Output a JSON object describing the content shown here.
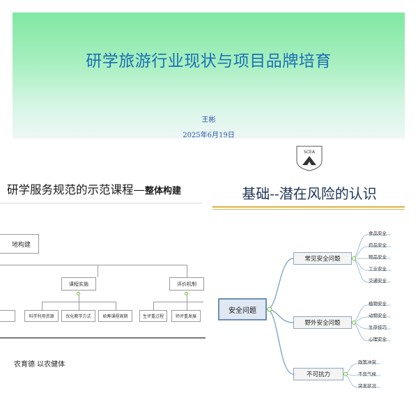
{
  "top": {
    "title": "研学旅游行业现状与项目品牌培育",
    "author": "王彬",
    "date": "2025年6月19日"
  },
  "left": {
    "title_main": "研学服务规范的示范课程—",
    "title_bold": "整体构建",
    "top_box": "地构建",
    "mid_boxes": [
      "课程实施",
      "评价机制"
    ],
    "bottom_boxes": [
      "科学利用资源",
      "优化教学方式",
      "统筹课程周期",
      "生评重过程",
      "师评重发展"
    ],
    "footer": "农育德 以农健体"
  },
  "right": {
    "logo_text": "SCEA",
    "title": "基础--潜在风险的认识",
    "root": "安全问题",
    "branches": [
      {
        "label": "常见安全问题",
        "leaves": [
          "食品安全",
          "药品安全",
          "物品安全",
          "工业安全",
          "交通安全"
        ]
      },
      {
        "label": "野外安全问题",
        "leaves": [
          "植物安全",
          "动物安全",
          "生存技巧",
          "心理安全"
        ]
      },
      {
        "label": "不可抗力",
        "leaves": [
          "政策冲突",
          "不良气候",
          "突发状况"
        ]
      }
    ]
  }
}
